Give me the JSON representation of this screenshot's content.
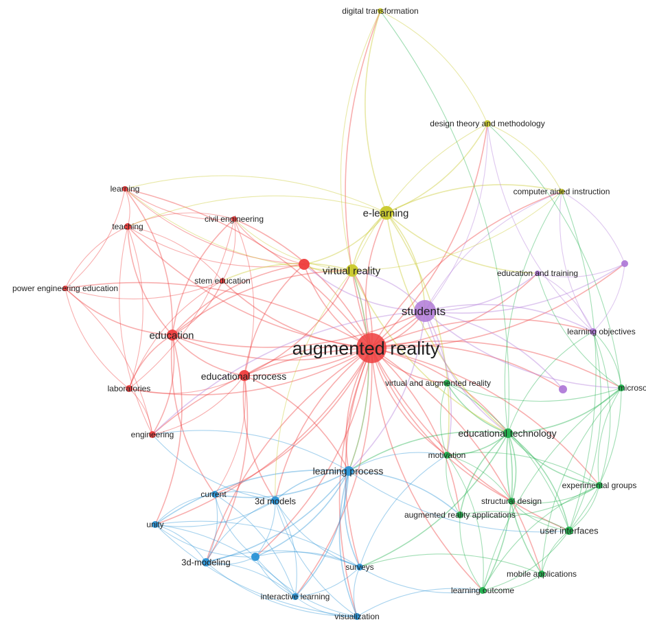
{
  "palette": {
    "red": "#ee3d3d",
    "yellow": "#c9c92a",
    "purple": "#b07ad8",
    "green": "#20b14c",
    "blue": "#2a93d6"
  },
  "nodes": [
    {
      "id": "augmented-reality",
      "label": "augmented reality",
      "cluster": "red"
    },
    {
      "id": "students",
      "label": "students",
      "cluster": "purple"
    },
    {
      "id": "e-learning",
      "label": "e-learning",
      "cluster": "yellow"
    },
    {
      "id": "virtual-reality",
      "label": "virtual reality",
      "cluster": "yellow"
    },
    {
      "id": "education",
      "label": "education",
      "cluster": "red"
    },
    {
      "id": "educational-process",
      "label": "educational process",
      "cluster": "red"
    },
    {
      "id": "educational-technology",
      "label": "educational technology",
      "cluster": "green"
    },
    {
      "id": "learning-process",
      "label": "learning process",
      "cluster": "blue"
    },
    {
      "id": "digital-transformation",
      "label": "digital transformation",
      "cluster": "yellow"
    },
    {
      "id": "design-theory-and-methodology",
      "label": "design theory and methodology",
      "cluster": "yellow"
    },
    {
      "id": "computer-aided-instruction",
      "label": "computer aided instruction",
      "cluster": "yellow"
    },
    {
      "id": "learning",
      "label": "learning",
      "cluster": "red"
    },
    {
      "id": "teaching",
      "label": "teaching",
      "cluster": "red"
    },
    {
      "id": "civil-engineering",
      "label": "civil engineering",
      "cluster": "red"
    },
    {
      "id": "stem-education",
      "label": "stem education",
      "cluster": "red"
    },
    {
      "id": "power-engineering-education",
      "label": "power engineering education",
      "cluster": "red"
    },
    {
      "id": "laboratories",
      "label": "laboratories",
      "cluster": "red"
    },
    {
      "id": "engineering",
      "label": "engineering",
      "cluster": "red"
    },
    {
      "id": "red-unlabeled",
      "label": "",
      "cluster": "red"
    },
    {
      "id": "education-and-training",
      "label": "education and training",
      "cluster": "purple"
    },
    {
      "id": "learning-objectives",
      "label": "learning objectives",
      "cluster": "purple"
    },
    {
      "id": "purple-unlabeled-a",
      "label": "",
      "cluster": "purple"
    },
    {
      "id": "purple-unlabeled-b",
      "label": "",
      "cluster": "purple"
    },
    {
      "id": "virtual-and-augmented-reality",
      "label": "virtual and augmented reality",
      "cluster": "green"
    },
    {
      "id": "microsoft",
      "label": "microsoft",
      "cluster": "green"
    },
    {
      "id": "motivation",
      "label": "motivation",
      "cluster": "green"
    },
    {
      "id": "experimental-groups",
      "label": "experimental groups",
      "cluster": "green"
    },
    {
      "id": "structural-design",
      "label": "structural design",
      "cluster": "green"
    },
    {
      "id": "augmented-reality-applications",
      "label": "augmented reality applications",
      "cluster": "green"
    },
    {
      "id": "user-interfaces",
      "label": "user interfaces",
      "cluster": "green"
    },
    {
      "id": "mobile-applications",
      "label": "mobile applications",
      "cluster": "green"
    },
    {
      "id": "learning-outcome",
      "label": "learning outcome",
      "cluster": "green"
    },
    {
      "id": "current",
      "label": "current",
      "cluster": "blue"
    },
    {
      "id": "3d-models",
      "label": "3d models",
      "cluster": "blue"
    },
    {
      "id": "unity",
      "label": "unity",
      "cluster": "blue"
    },
    {
      "id": "3d-modeling",
      "label": "3d-modeling",
      "cluster": "blue"
    },
    {
      "id": "blue-unlabeled",
      "label": "",
      "cluster": "blue"
    },
    {
      "id": "surveys",
      "label": "surveys",
      "cluster": "blue"
    },
    {
      "id": "interactive-learning",
      "label": "interactive learning",
      "cluster": "blue"
    },
    {
      "id": "visualization",
      "label": "visualization",
      "cluster": "blue"
    }
  ]
}
